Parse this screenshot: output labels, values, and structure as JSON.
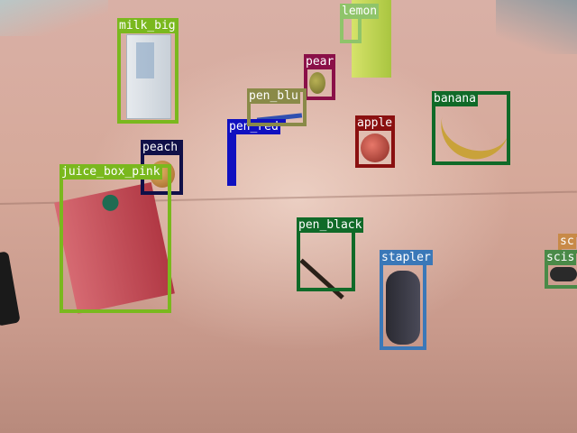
{
  "annotations": [
    {
      "label": "milk_big",
      "color": "#7ab81e"
    },
    {
      "label": "lemon",
      "color": "#8fc46a"
    },
    {
      "label": "pear",
      "color": "#8a1048"
    },
    {
      "label": "pen_blu",
      "color": "#8a8a48"
    },
    {
      "label": "pen_red",
      "color": "#1010c0"
    },
    {
      "label": "apple",
      "color": "#8a1010"
    },
    {
      "label": "banana",
      "color": "#106a28"
    },
    {
      "label": "peach",
      "color": "#101048"
    },
    {
      "label": "juice_box_pink",
      "color": "#7ab81e"
    },
    {
      "label": "pen_black",
      "color": "#106a28"
    },
    {
      "label": "stapler",
      "color": "#3a78b8"
    },
    {
      "label": "sc",
      "color": "#c88a48"
    },
    {
      "label": "scis",
      "color": "#4a8a48"
    }
  ]
}
